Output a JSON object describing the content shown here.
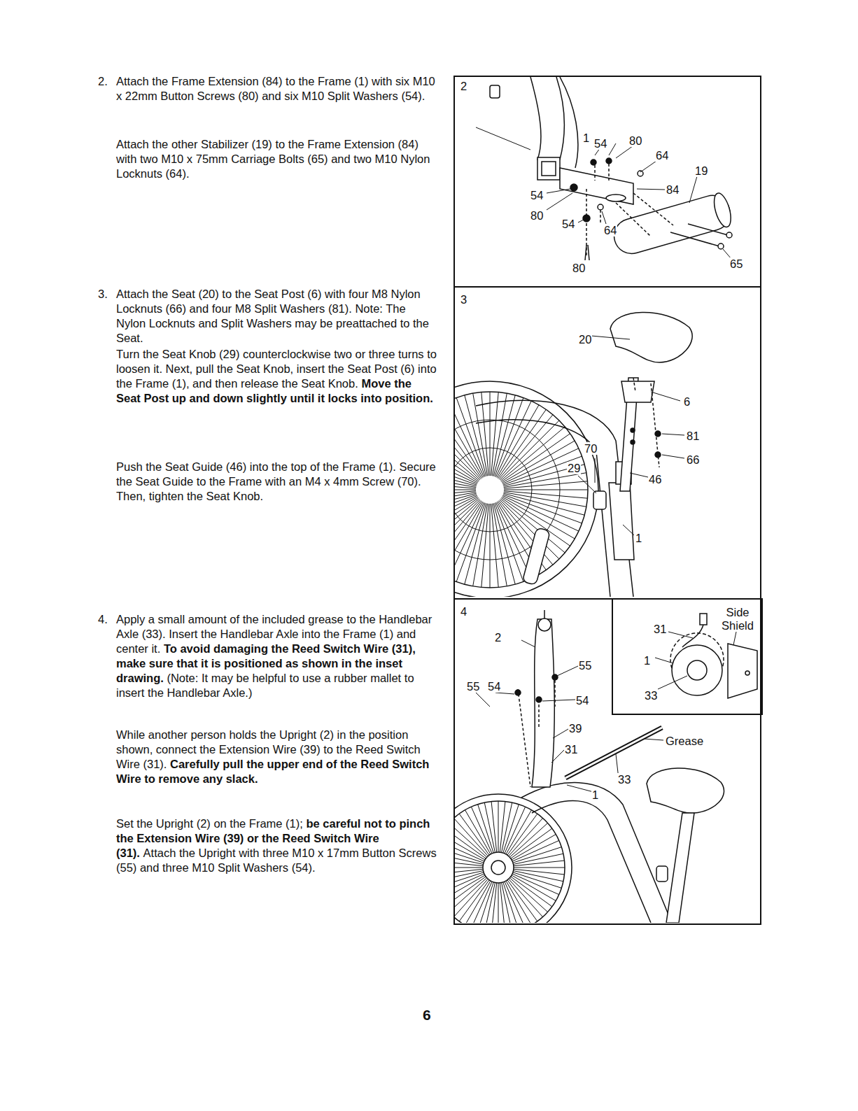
{
  "diagram": {
    "nodes": [
      {
        "text": [
          "2"
        ]
      },
      {
        "text": [
          "3"
        ]
      },
      {
        "text": [
          "4"
        ]
      },
      {
        "text": [
          "31",
          "Side Shield",
          "1",
          "33"
        ],
        "in": 2
      }
    ],
    "labels": [
      "2.",
      "Attach the Frame Extension (84) to the Frame (1) with six M10 x 22mm Button Screws (80) and six M10 Split Washers (54).",
      "Attach the other Stabilizer (19) to the Frame Extension (84) with two M10 x 75mm Carriage Bolts (65) and two M10 Nylon Locknuts (64).",
      "3.",
      "Attach the Seat (20) to the Seat Post (6) with four M8 Nylon Locknuts (66) and four M8 Split Washers (81). Note: The Nylon Locknuts and Split Washers may be preattached to the Seat.",
      "Turn the Seat Knob (29) counterclockwise two or three turns to loosen it. Next, pull the Seat Knob, insert the Seat Post (6) into the Frame (1), and then release the Seat Knob.",
      "Move the Seat Post up and down slightly until it locks into position.",
      "Push the Seat Guide (46) into the top of the Frame (1). Secure the Seat Guide to the Frame with an M4 x 4mm Screw (70). Then, tighten the Seat Knob.",
      "4.",
      "Apply a small amount of the included grease to the Handlebar Axle (33). Insert the Handlebar Axle into the Frame (1) and center it.",
      "To avoid damaging the Reed Switch Wire (31), make sure that it is positioned as shown in the inset drawing.",
      "(Note: It may be helpful to use a rubber mallet to insert the Handlebar Axle.)",
      "While another person holds the Upright (2) in the position shown, connect the Extension Wire (39) to the Reed Switch Wire (31).",
      "Carefully pull the upper end of the Reed Switch Wire to remove any slack.",
      "Set the Upright (2) on the Frame (1);",
      "be careful not to pinch the Extension Wire (39) or the Reed Switch Wire (31).",
      "Attach the Upright with three M10 x 17mm Button Screws (55) and three M10 Split Washers (54).",
      "6",
      "1",
      "54",
      "80",
      "64",
      "19",
      "84",
      "54",
      "80",
      "54",
      "64",
      "80",
      "65",
      "20",
      "6",
      "70",
      "81",
      "29",
      "66",
      "46",
      "1",
      "2",
      "55",
      "55",
      "54",
      "54",
      "39",
      "31",
      "Grease",
      "33",
      "1"
    ]
  }
}
